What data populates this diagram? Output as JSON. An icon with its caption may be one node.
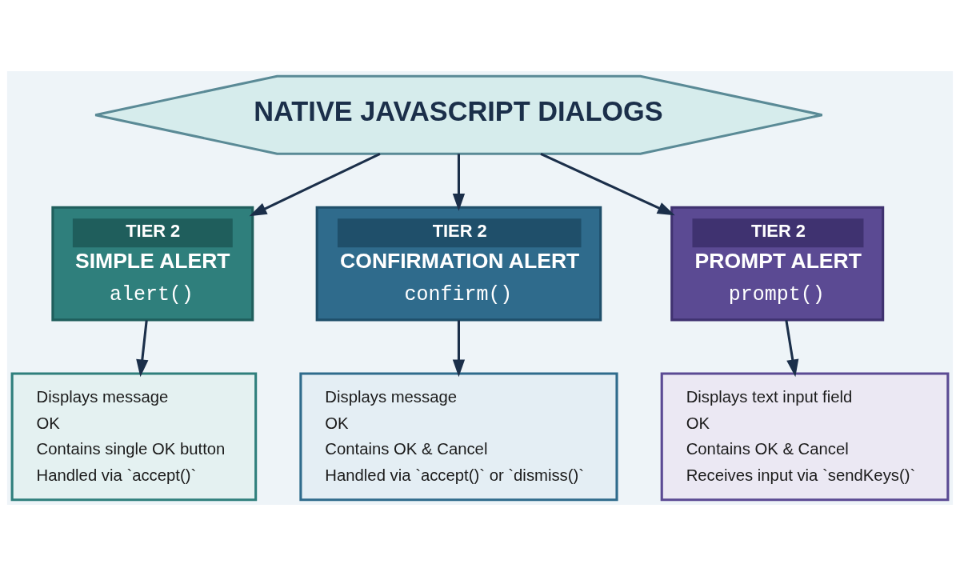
{
  "diagram": {
    "nodes": [
      {
        "text": [
          "NATIVE JAVASCRIPT DIALOGS"
        ]
      },
      {
        "text": [
          "TIER 2",
          "SIMPLE ALERT",
          "alert()"
        ]
      },
      {
        "text": [
          "TIER 2",
          "CONFIRMATION ALERT",
          "confirm()"
        ]
      },
      {
        "text": [
          "TIER 2",
          "PROMPT ALERT",
          "prompt()"
        ]
      },
      {
        "text": [
          "Displays message",
          "OK",
          "Contains single OK button",
          "Handled via `accept()`"
        ]
      },
      {
        "text": [
          "Displays message",
          "OK",
          "Contains OK & Cancel",
          "Handled via `accept()` or `dismiss()`"
        ]
      },
      {
        "text": [
          "Displays text input field",
          "OK",
          "Contains OK & Cancel",
          "Receives input via `sendKeys()`"
        ]
      }
    ],
    "edges": [
      {
        "from": 0,
        "to": 1,
        "arrow": "to"
      },
      {
        "from": 0,
        "to": 2,
        "arrow": "to"
      },
      {
        "from": 0,
        "to": 3,
        "arrow": "to"
      },
      {
        "from": 1,
        "to": 4,
        "arrow": "to"
      },
      {
        "from": 2,
        "to": 5,
        "arrow": "to"
      },
      {
        "from": 3,
        "to": 6,
        "arrow": "to"
      }
    ]
  }
}
